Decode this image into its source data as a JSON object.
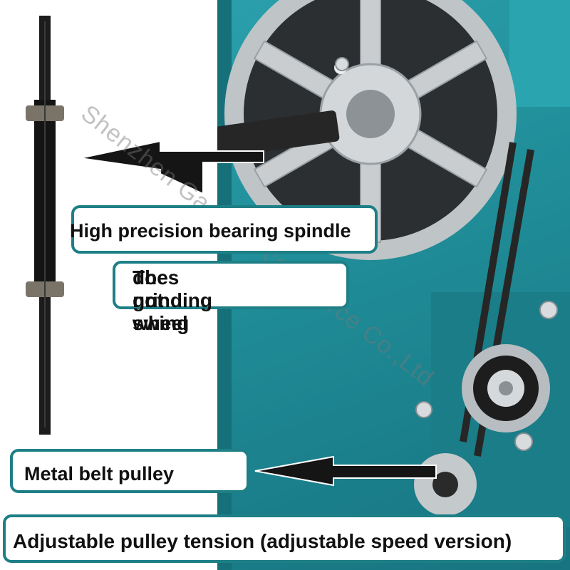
{
  "captions": {
    "spindle": "High precision bearing spindle",
    "wheel_line1": "The grinding wheel",
    "wheel_line2": "does not swing",
    "pulley": "Metal belt pulley",
    "tension": "Adjustable pulley tension (adjustable speed version)"
  },
  "watermark": "Shenzhen Gaoyu E-commerce Co.,Ltd",
  "colors": {
    "machine_body": "#1f8c97",
    "caption_border": "#1e7f86",
    "arrow": "#151515"
  }
}
